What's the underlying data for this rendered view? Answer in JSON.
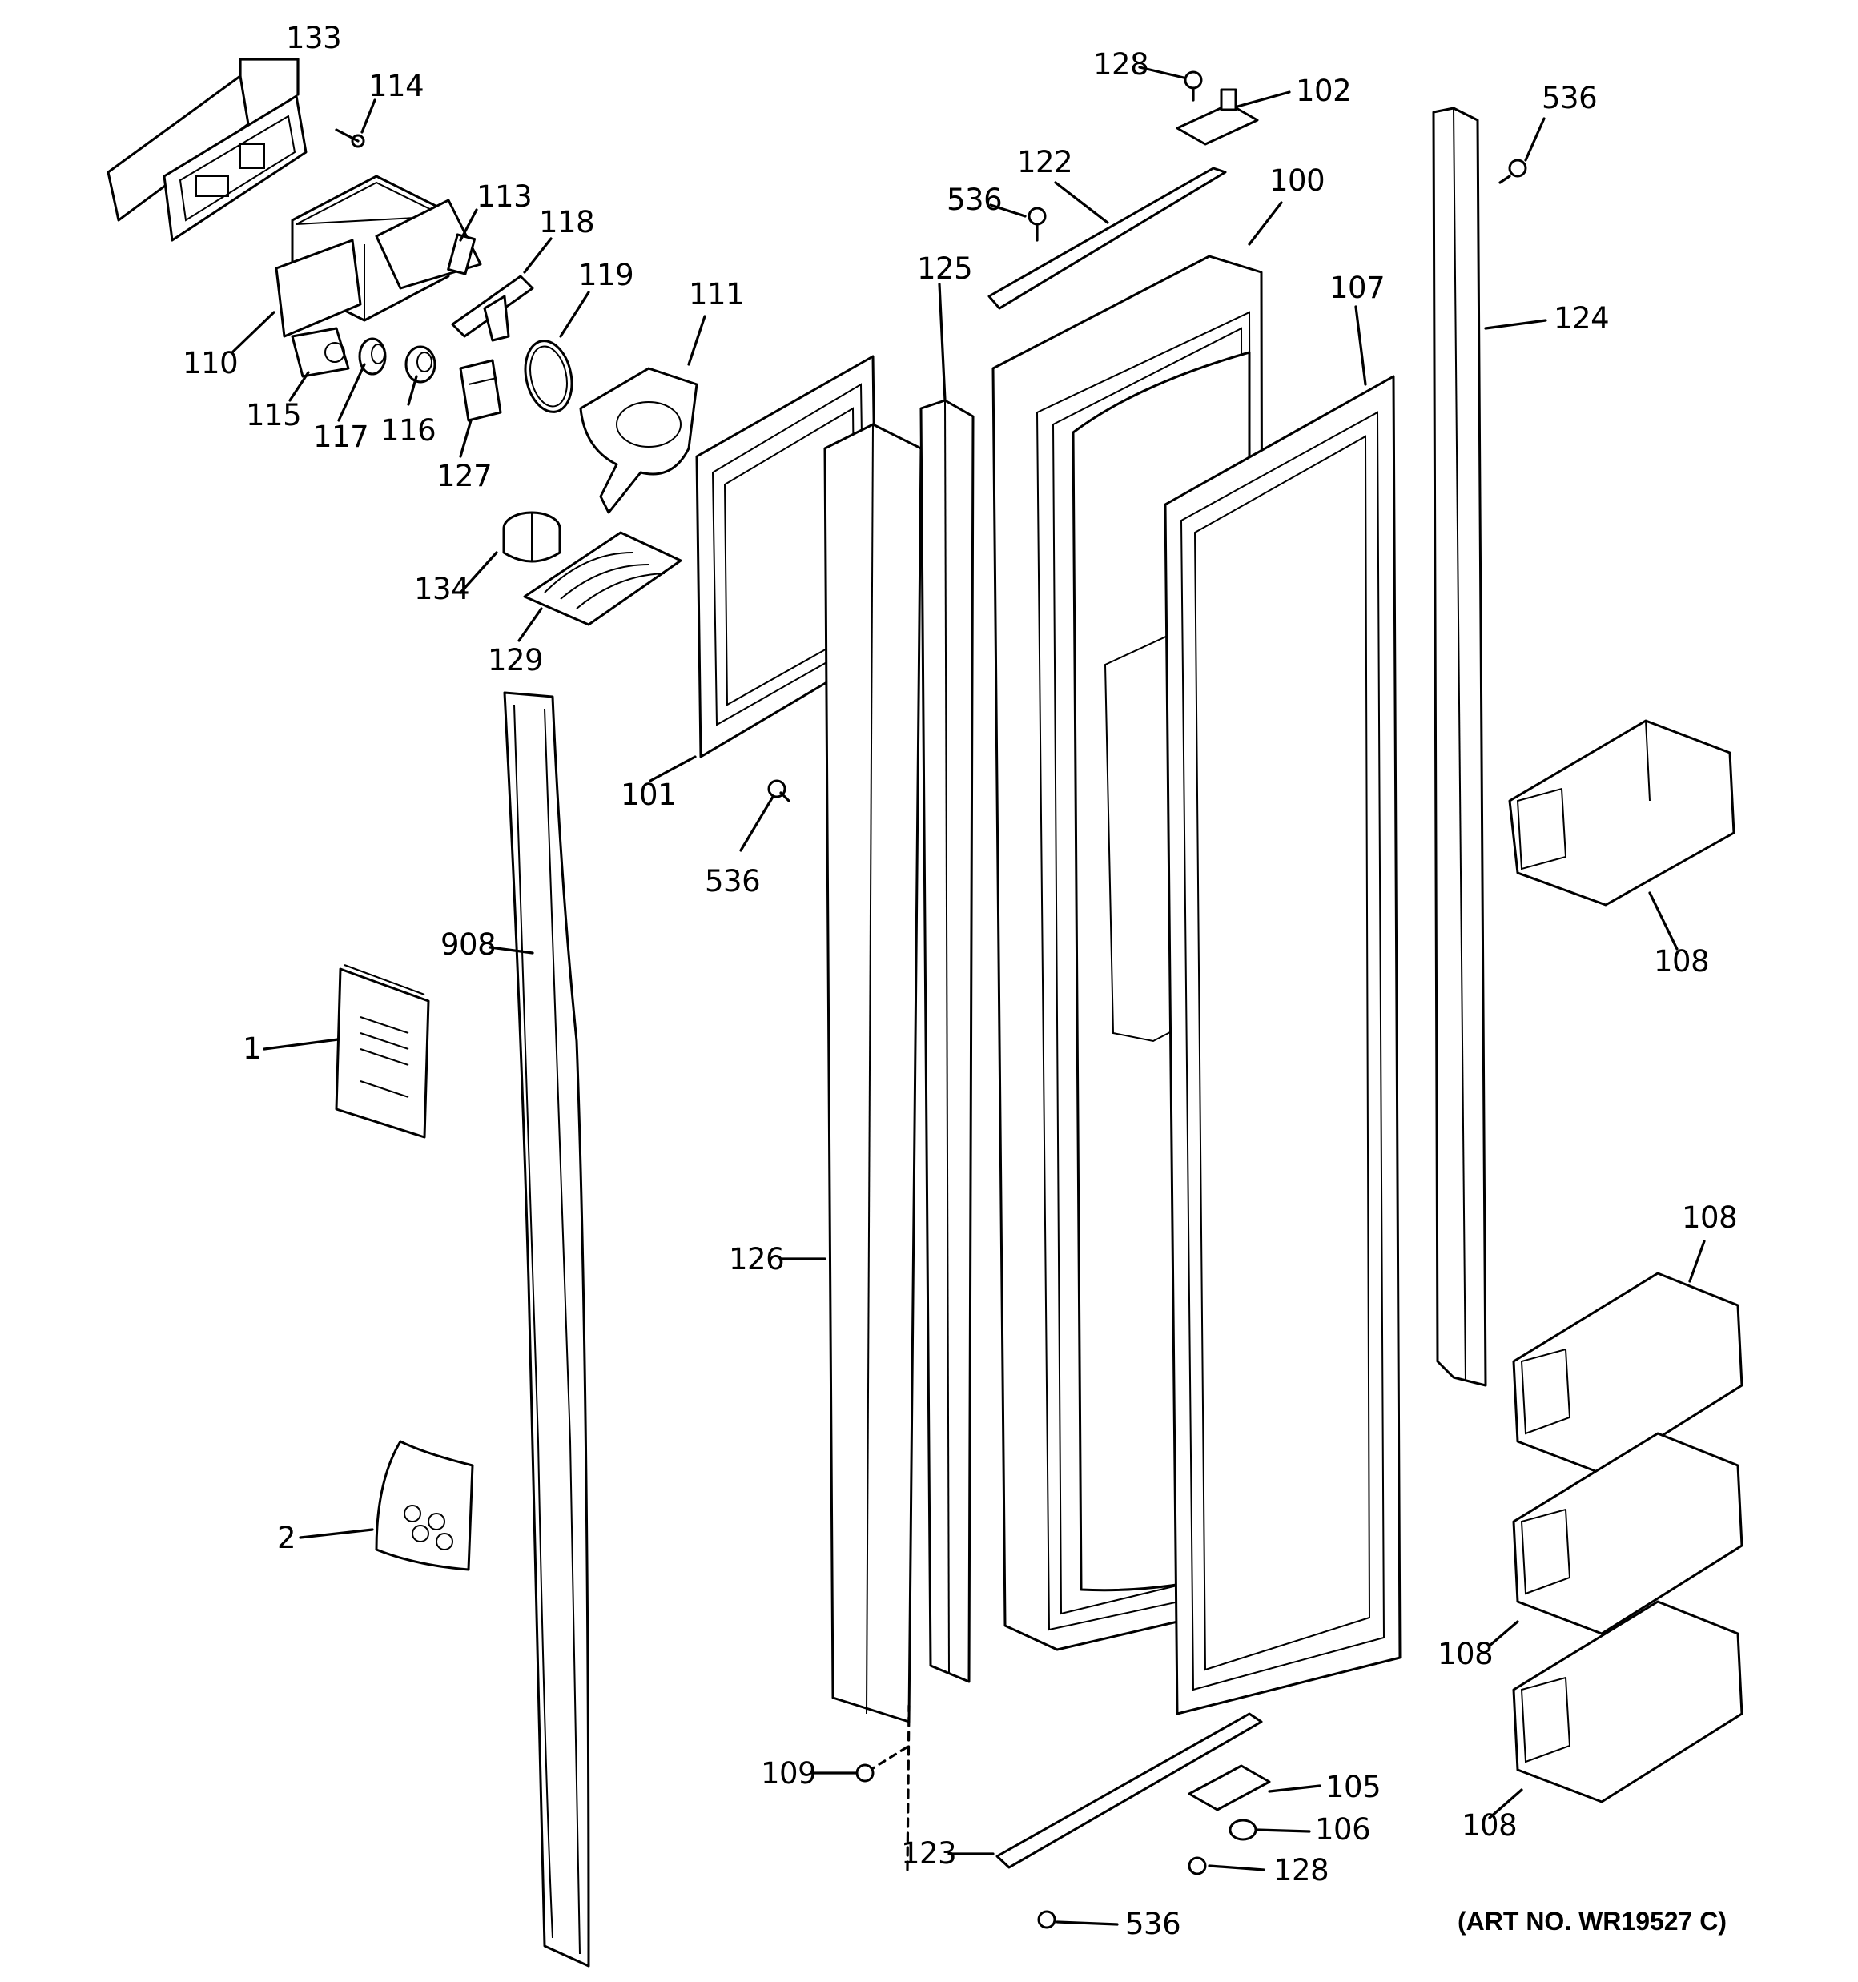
{
  "diagram": {
    "art_number": "(ART NO. WR19527 C)",
    "callouts": {
      "c133": "133",
      "c114": "114",
      "c113": "113",
      "c118": "118",
      "c119": "119",
      "c111": "111",
      "c110": "110",
      "c115": "115",
      "c117": "117",
      "c116": "116",
      "c127": "127",
      "c134": "134",
      "c129": "129",
      "c101": "101",
      "c536a": "536",
      "c908": "908",
      "c1": "1",
      "c2": "2",
      "c126": "126",
      "c125": "125",
      "c109": "109",
      "c128a": "128",
      "c102": "102",
      "c122": "122",
      "c536b": "536",
      "c100": "100",
      "c107": "107",
      "c124": "124",
      "c536c": "536",
      "c108a": "108",
      "c108b": "108",
      "c108c": "108",
      "c108d": "108",
      "c105": "105",
      "c106": "106",
      "c128b": "128",
      "c123": "123",
      "c536d": "536"
    }
  }
}
